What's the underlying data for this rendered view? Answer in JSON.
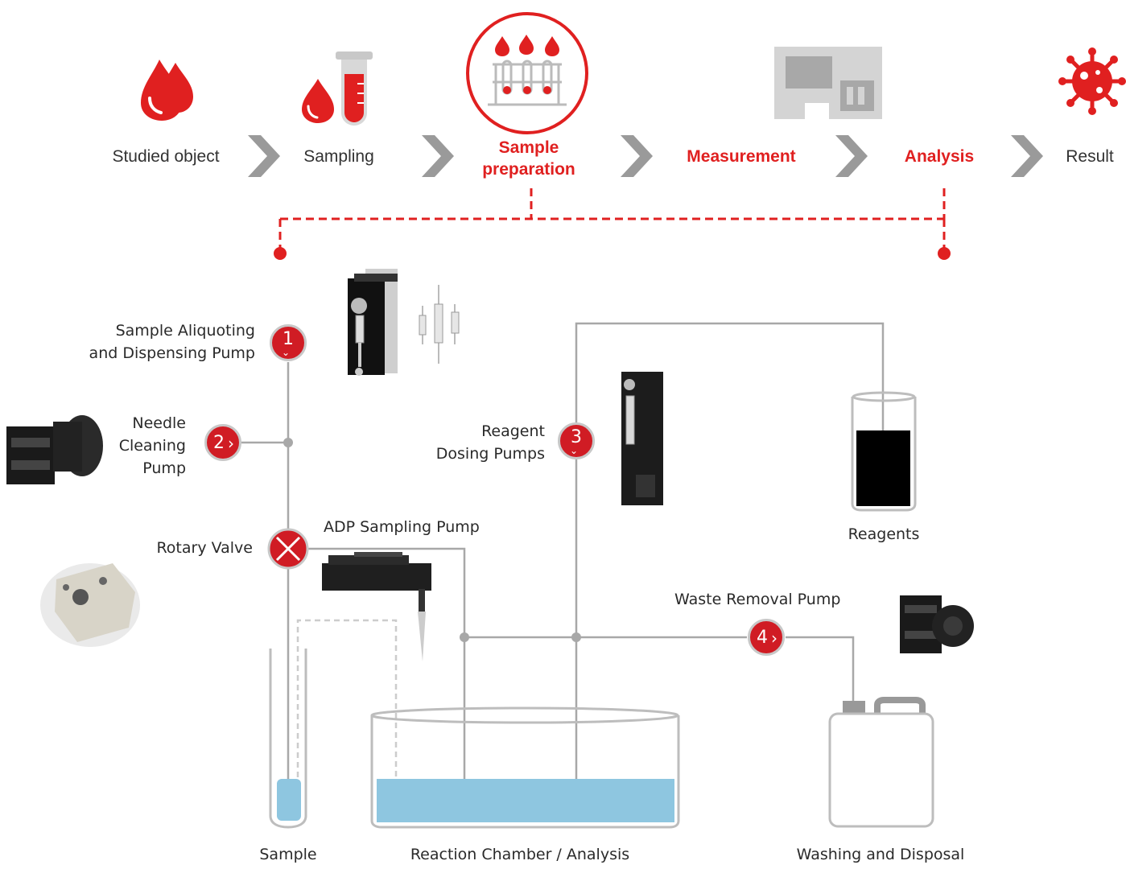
{
  "process": {
    "steps": [
      {
        "label": "Studied object",
        "icon": "blood-drops-icon",
        "highlight": false
      },
      {
        "label": "Sampling",
        "icon": "test-tube-icon",
        "highlight": false
      },
      {
        "label": "Sample\npreparation",
        "icon": "sample-rack-icon",
        "highlight": true
      },
      {
        "label": "Measurement",
        "icon": "analyzer-instrument-icon",
        "highlight": true
      },
      {
        "label": "Analysis",
        "icon": "virus-icon",
        "highlight": true
      },
      {
        "label": "Result",
        "icon": "",
        "highlight": false
      }
    ],
    "arrow_icon": "chevron-right-icon"
  },
  "components": {
    "pump1": {
      "number": "1",
      "label": "Sample Aliquoting\nand Dispensing Pump"
    },
    "pump2": {
      "number": "2",
      "label": "Needle\nCleaning\nPump"
    },
    "pump3": {
      "number": "3",
      "label": "Reagent\nDosing Pumps"
    },
    "pump4": {
      "number": "4",
      "label": "Waste Removal Pump"
    },
    "valve": {
      "label": "Rotary Valve"
    },
    "adp": {
      "label": "ADP Sampling Pump"
    },
    "reagents": {
      "label": "Reagents"
    }
  },
  "containers": {
    "sample": "Sample",
    "reaction": "Reaction Chamber / Analysis",
    "washing": "Washing and Disposal"
  },
  "colors": {
    "accent": "#e02020",
    "badge": "#d01c24",
    "line": "#a8a8a8",
    "arrow": "#9a9a9a",
    "liquid": "#8ec6e0"
  }
}
